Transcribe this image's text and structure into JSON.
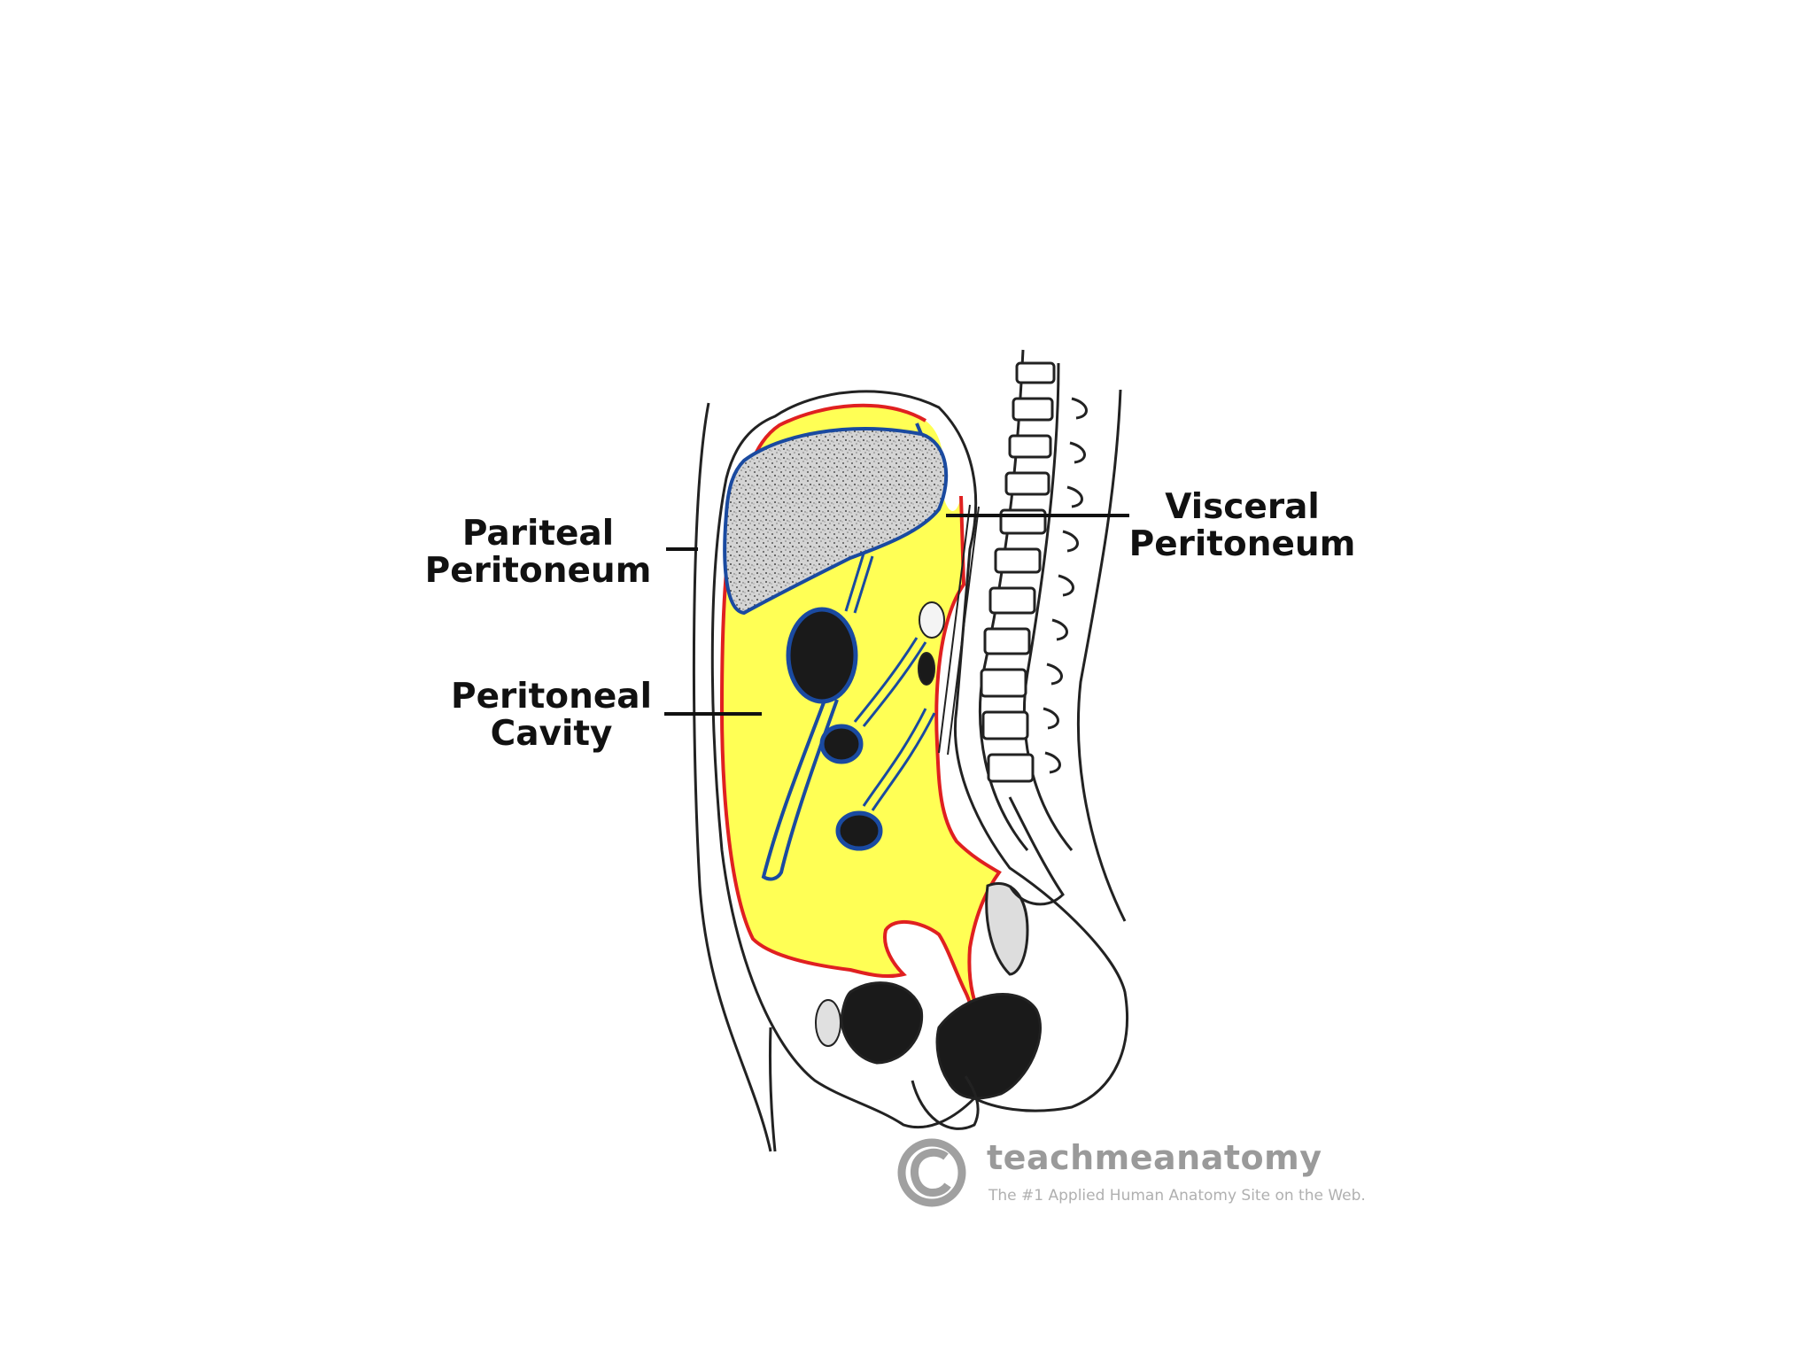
{
  "labels": {
    "parietal_line1": "Pariteal",
    "parietal_line2": "Peritoneum",
    "cavity_line1": "Peritoneal",
    "cavity_line2": "Cavity",
    "visceral_line1": "Visceral",
    "visceral_line2": "Peritoneum"
  },
  "watermark": {
    "name": "teachmeanatomy",
    "tagline": "The #1 Applied Human Anatomy Site on the Web."
  },
  "colors": {
    "cavity_fill": "#ffff55",
    "parietal_line": "#e02020",
    "visceral_line": "#1a4aa0",
    "organ_fill": "#1a1a1a",
    "liver_fill": "#cfcfcf",
    "outline": "#222222",
    "watermark": "#9a9a9a"
  },
  "icons": {
    "watermark_logo": "copyright-icon"
  }
}
